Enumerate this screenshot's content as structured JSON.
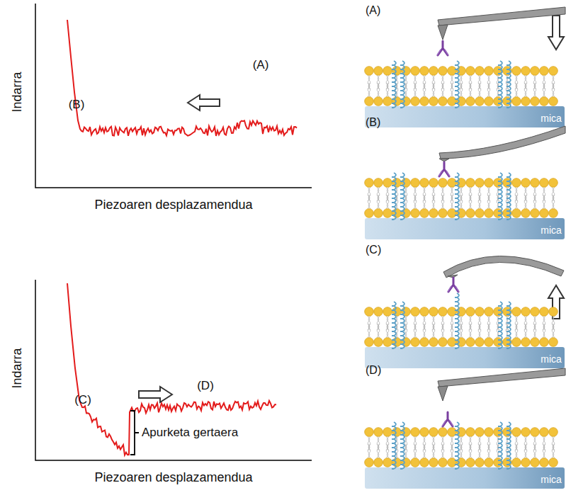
{
  "diagram": {
    "labels": [
      "Indarra",
      "(B)",
      "(A)",
      "Piezoaren desplazamendua",
      "Indarra",
      "(C)",
      "(D)",
      "Apurketa gertaera",
      "Piezoaren desplazamendua",
      "(A)",
      "mica",
      "(B)",
      "mica",
      "(C)",
      "mica",
      "(D)",
      "mica"
    ]
  }
}
